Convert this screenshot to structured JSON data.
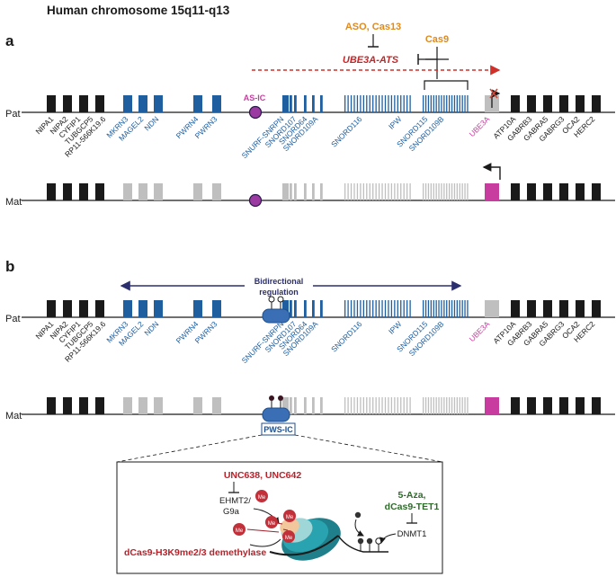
{
  "title": "Human chromosome 15q11-q13",
  "panel_a": {
    "label": "a",
    "row_pat": "Pat",
    "row_mat": "Mat",
    "as_ic": "AS-IC",
    "aso_cas13": "ASO, Cas13",
    "cas9": "Cas9",
    "ube3a_ats": "UBE3A-ATS"
  },
  "panel_b": {
    "label": "b",
    "row_pat": "Pat",
    "row_mat": "Mat",
    "bidirectional_line1": "Bidirectional",
    "bidirectional_line2": "regulation",
    "pws_ic": "PWS-IC"
  },
  "genes": {
    "g1": "NIPA1",
    "g2": "NIPA2",
    "g3": "CYFIP1",
    "g4": "TUBGCP5",
    "g5": "RP11-566K19.6",
    "g6": "MKRN3",
    "g7": "MAGEL2",
    "g8": "NDN",
    "g9": "PWRN4",
    "g10": "PWRN3",
    "g11": "SNURF-SNRPN",
    "g12": "SNORD107",
    "g13": "SNORD64",
    "g14": "SNORD109A",
    "g15": "SNORD116",
    "g16": "IPW",
    "g17": "SNORD115",
    "g18": "SNORD109B",
    "g19": "UBE3A",
    "g20": "ATP10A",
    "g21": "GABRB3",
    "g22": "GABRA5",
    "g23": "GABRG3",
    "g24": "OCA2",
    "g25": "HERC2"
  },
  "inset": {
    "unc": "UNC638, UNC642",
    "ehmt2_line1": "EHMT2/",
    "ehmt2_line2": "G9a",
    "me": "Me",
    "dcas9_demethylase": "dCas9-H3K9me2/3 demethylase",
    "aza_line1": "5-Aza,",
    "aza_line2": "dCas9-TET1",
    "dnmt1": "DNMT1"
  },
  "colors": {
    "black": "#1a1a1a",
    "blue": "#1f5fa0",
    "gray": "#bfbfbf",
    "magenta": "#c83ca0",
    "purple": "#9b3aa0",
    "orange": "#e08a1e",
    "red": "#b8222a",
    "green": "#2e6b2a",
    "navy": "#2c2f6e"
  }
}
